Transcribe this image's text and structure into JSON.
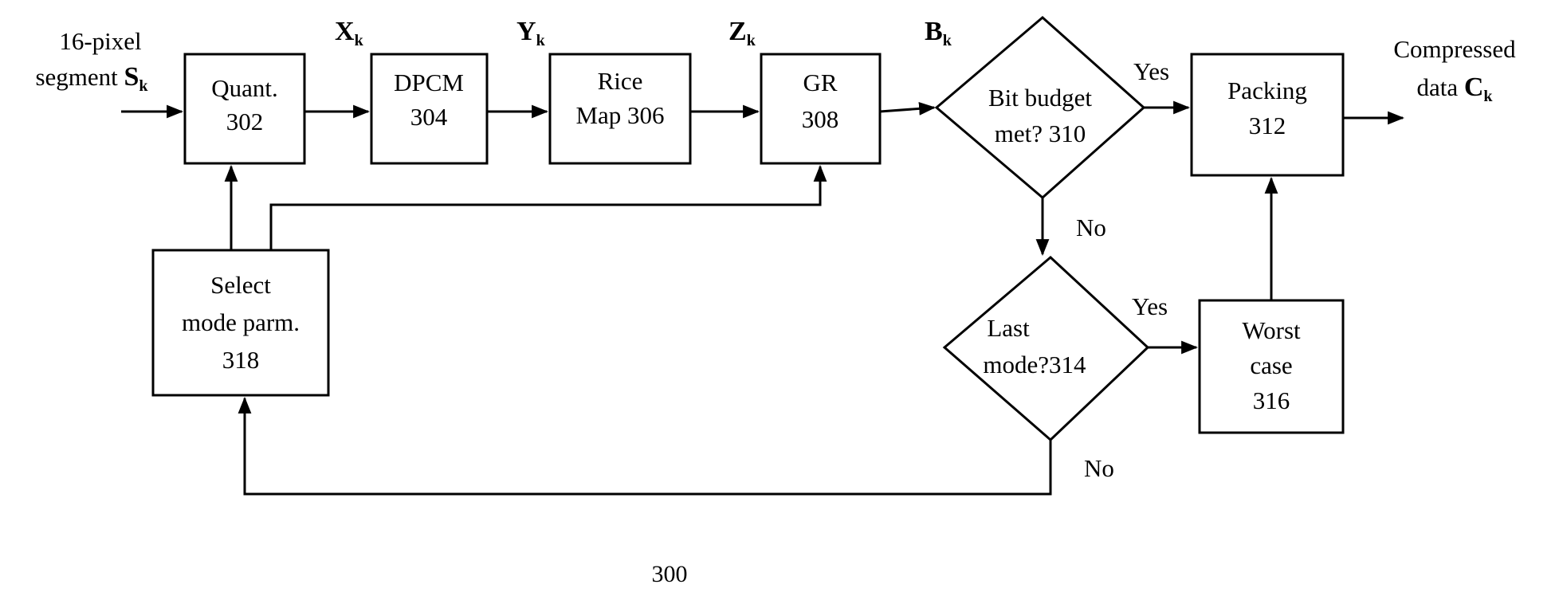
{
  "diagram": {
    "figure_number": "300",
    "input": {
      "line1": "16-pixel",
      "line2_prefix": "segment ",
      "symbol": "S",
      "subscript": "k"
    },
    "output": {
      "line1": "Compressed",
      "line2_prefix": "data ",
      "symbol": "C",
      "subscript": "k"
    },
    "signals": [
      {
        "symbol": "X",
        "subscript": "k"
      },
      {
        "symbol": "Y",
        "subscript": "k"
      },
      {
        "symbol": "Z",
        "subscript": "k"
      },
      {
        "symbol": "B",
        "subscript": "k"
      }
    ],
    "blocks": {
      "quant": [
        "Quant.",
        "302"
      ],
      "dpcm": [
        "DPCM",
        "304"
      ],
      "rice": [
        "Rice",
        "Map 306"
      ],
      "gr": [
        "GR",
        "308"
      ],
      "packing": [
        "Packing",
        "312"
      ],
      "worst": [
        "Worst",
        "case",
        "316"
      ],
      "select": [
        "Select",
        "mode parm.",
        "318"
      ]
    },
    "decisions": {
      "budget": [
        "Bit budget",
        "met? 310"
      ],
      "last": [
        "Last",
        "mode?314"
      ]
    },
    "branch_labels": {
      "budget_yes": "Yes",
      "budget_no": "No",
      "last_yes": "Yes",
      "last_no": "No"
    }
  }
}
